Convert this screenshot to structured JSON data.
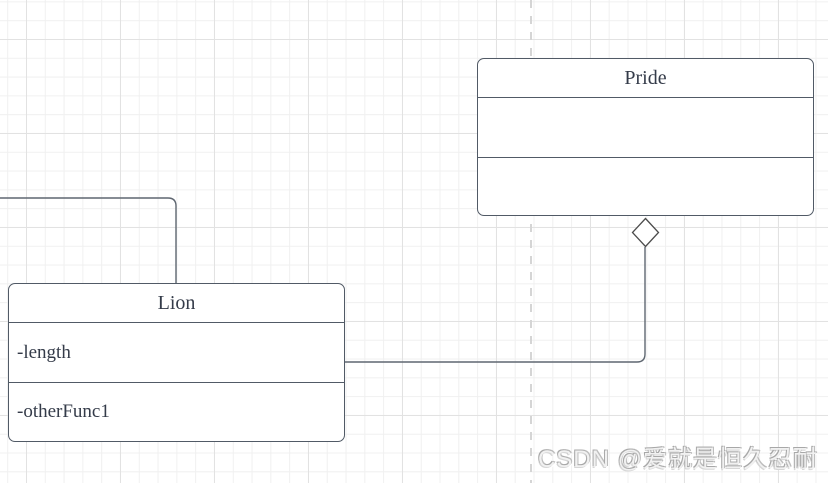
{
  "canvas": {
    "type": "drawio-style diagram canvas",
    "grid_minor_color": "#f0f0f0",
    "grid_major_color": "#e2e2e2",
    "page_break_color": "#d5d5d5",
    "box_border_color": "#515a66",
    "box_fill_color": "#ffffff",
    "text_color": "#343b49",
    "connector_color": "#5f6771"
  },
  "diagram": {
    "classes": [
      {
        "name": "Pride",
        "attributes": [],
        "methods": []
      },
      {
        "name": "Lion",
        "attributes": [
          "-length"
        ],
        "methods": [
          "-otherFunc1"
        ]
      }
    ],
    "relationships": [
      {
        "type": "aggregation",
        "from": "Lion",
        "to": "Pride",
        "diamond_at": "Pride"
      },
      {
        "type": "association",
        "from": "offscreen-left",
        "to": "Lion"
      }
    ]
  },
  "watermark": {
    "text": "CSDN @爱就是恒久忍耐"
  }
}
